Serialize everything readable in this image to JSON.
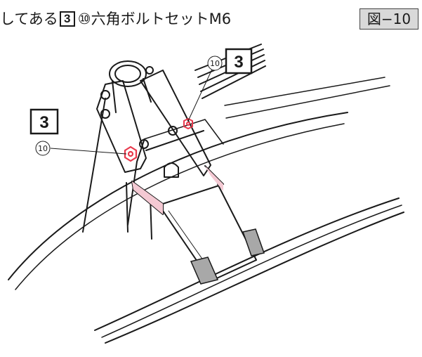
{
  "caption": {
    "text_before": "してある",
    "box_number": "3",
    "text_after": "⑩六角ボルトセットM6"
  },
  "figure_label": "図−10",
  "callouts": [
    {
      "box_number": "3",
      "part_number": "10"
    },
    {
      "box_number": "3",
      "part_number": "10"
    }
  ],
  "colors": {
    "line": "#1a1a1a",
    "highlight_nut": "#e8394c",
    "highlight_fill": "#f4c9d3",
    "pad_fill": "#a8a8a8",
    "label_bg": "#d9d9d9"
  }
}
